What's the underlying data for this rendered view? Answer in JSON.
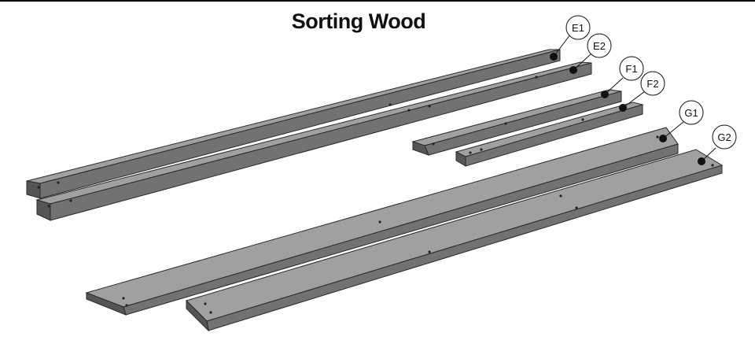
{
  "title": "Sorting Wood",
  "colors": {
    "wood_top": "#9c9c9c",
    "wood_front": "#6f6f6f",
    "wood_end": "#555555",
    "edge": "#2a2a2a",
    "callout_fill": "#ffffff",
    "bolt": "#111111"
  },
  "parts": [
    {
      "id": "E1",
      "label": "E1"
    },
    {
      "id": "E2",
      "label": "E2"
    },
    {
      "id": "F1",
      "label": "F1"
    },
    {
      "id": "F2",
      "label": "F2"
    },
    {
      "id": "G1",
      "label": "G1"
    },
    {
      "id": "G2",
      "label": "G2"
    }
  ]
}
